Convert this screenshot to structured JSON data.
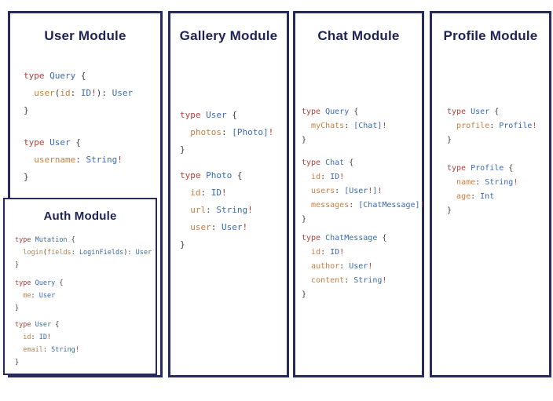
{
  "colors": {
    "border": "#262a5c",
    "title": "#1e2255",
    "keyword": "#ad403b",
    "type_name": "#3a6ab4",
    "field": "#c87e3e",
    "punct": "#3f3f3f",
    "bang": "#b3382f"
  },
  "modules": [
    {
      "title": "User Module",
      "blocks": [
        [
          [
            [
              "kw",
              "type"
            ],
            [
              "pl",
              " "
            ],
            [
              "ty",
              "Query"
            ],
            [
              "pl",
              " {"
            ]
          ],
          [
            [
              "pl",
              "  "
            ],
            [
              "fd",
              "user"
            ],
            [
              "pl",
              "("
            ],
            [
              "fd",
              "id"
            ],
            [
              "pl",
              ": "
            ],
            [
              "ty",
              "ID"
            ],
            [
              "bg",
              "!"
            ],
            [
              "pl",
              "): "
            ],
            [
              "ty",
              "User"
            ]
          ],
          [
            [
              "pl",
              "}"
            ]
          ]
        ],
        [
          [
            [
              "kw",
              "type"
            ],
            [
              "pl",
              " "
            ],
            [
              "ty",
              "User"
            ],
            [
              "pl",
              " {"
            ]
          ],
          [
            [
              "pl",
              "  "
            ],
            [
              "fd",
              "username"
            ],
            [
              "pl",
              ": "
            ],
            [
              "ty",
              "String"
            ],
            [
              "bg",
              "!"
            ]
          ],
          [
            [
              "pl",
              "}"
            ]
          ]
        ]
      ]
    },
    {
      "title": "Auth Module",
      "blocks": [
        [
          [
            [
              "kw",
              "type"
            ],
            [
              "pl",
              " "
            ],
            [
              "ty",
              "Mutation"
            ],
            [
              "pl",
              " {"
            ]
          ],
          [
            [
              "pl",
              "  "
            ],
            [
              "fd",
              "login"
            ],
            [
              "pl",
              "("
            ],
            [
              "fd",
              "fields"
            ],
            [
              "pl",
              ": "
            ],
            [
              "ty",
              "LoginFields"
            ],
            [
              "pl",
              "): "
            ],
            [
              "ty",
              "User"
            ]
          ],
          [
            [
              "pl",
              "}"
            ]
          ]
        ],
        [
          [
            [
              "kw",
              "type"
            ],
            [
              "pl",
              " "
            ],
            [
              "ty",
              "Query"
            ],
            [
              "pl",
              " {"
            ]
          ],
          [
            [
              "pl",
              "  "
            ],
            [
              "fd",
              "me"
            ],
            [
              "pl",
              ": "
            ],
            [
              "ty",
              "User"
            ]
          ],
          [
            [
              "pl",
              "}"
            ]
          ]
        ],
        [
          [
            [
              "kw",
              "type"
            ],
            [
              "pl",
              " "
            ],
            [
              "ty",
              "User"
            ],
            [
              "pl",
              " {"
            ]
          ],
          [
            [
              "pl",
              "  "
            ],
            [
              "fd",
              "id"
            ],
            [
              "pl",
              ": "
            ],
            [
              "ty",
              "ID"
            ],
            [
              "bg",
              "!"
            ]
          ],
          [
            [
              "pl",
              "  "
            ],
            [
              "fd",
              "email"
            ],
            [
              "pl",
              ": "
            ],
            [
              "ty",
              "String"
            ],
            [
              "bg",
              "!"
            ]
          ],
          [
            [
              "pl",
              "}"
            ]
          ]
        ]
      ]
    },
    {
      "title": "Gallery Module",
      "blocks": [
        [
          [
            [
              "kw",
              "type"
            ],
            [
              "pl",
              " "
            ],
            [
              "ty",
              "User"
            ],
            [
              "pl",
              " {"
            ]
          ],
          [
            [
              "pl",
              "  "
            ],
            [
              "fd",
              "photos"
            ],
            [
              "pl",
              ": "
            ],
            [
              "ty",
              "[Photo]"
            ],
            [
              "bg",
              "!"
            ]
          ],
          [
            [
              "pl",
              "}"
            ]
          ]
        ],
        [
          [
            [
              "kw",
              "type"
            ],
            [
              "pl",
              " "
            ],
            [
              "ty",
              "Photo"
            ],
            [
              "pl",
              " {"
            ]
          ],
          [
            [
              "pl",
              "  "
            ],
            [
              "fd",
              "id"
            ],
            [
              "pl",
              ": "
            ],
            [
              "ty",
              "ID"
            ],
            [
              "bg",
              "!"
            ]
          ],
          [
            [
              "pl",
              "  "
            ],
            [
              "fd",
              "url"
            ],
            [
              "pl",
              ": "
            ],
            [
              "ty",
              "String"
            ],
            [
              "bg",
              "!"
            ]
          ],
          [
            [
              "pl",
              "  "
            ],
            [
              "fd",
              "user"
            ],
            [
              "pl",
              ": "
            ],
            [
              "ty",
              "User"
            ],
            [
              "bg",
              "!"
            ]
          ],
          [
            [
              "pl",
              "}"
            ]
          ]
        ]
      ]
    },
    {
      "title": "Chat Module",
      "blocks": [
        [
          [
            [
              "kw",
              "type"
            ],
            [
              "pl",
              " "
            ],
            [
              "ty",
              "Query"
            ],
            [
              "pl",
              " {"
            ]
          ],
          [
            [
              "pl",
              "  "
            ],
            [
              "fd",
              "myChats"
            ],
            [
              "pl",
              ": "
            ],
            [
              "ty",
              "[Chat]"
            ],
            [
              "bg",
              "!"
            ]
          ],
          [
            [
              "pl",
              "}"
            ]
          ]
        ],
        [
          [
            [
              "kw",
              "type"
            ],
            [
              "pl",
              " "
            ],
            [
              "ty",
              "Chat"
            ],
            [
              "pl",
              " {"
            ]
          ],
          [
            [
              "pl",
              "  "
            ],
            [
              "fd",
              "id"
            ],
            [
              "pl",
              ": "
            ],
            [
              "ty",
              "ID"
            ],
            [
              "bg",
              "!"
            ]
          ],
          [
            [
              "pl",
              "  "
            ],
            [
              "fd",
              "users"
            ],
            [
              "pl",
              ": "
            ],
            [
              "ty",
              "[User"
            ],
            [
              "bg",
              "!"
            ],
            [
              "ty",
              "]"
            ],
            [
              "bg",
              "!"
            ]
          ],
          [
            [
              "pl",
              "  "
            ],
            [
              "fd",
              "messages"
            ],
            [
              "pl",
              ": "
            ],
            [
              "ty",
              "[ChatMessage]"
            ],
            [
              "bg",
              "!"
            ]
          ],
          [
            [
              "pl",
              "}"
            ]
          ]
        ],
        [
          [
            [
              "kw",
              "type"
            ],
            [
              "pl",
              " "
            ],
            [
              "ty",
              "ChatMessage"
            ],
            [
              "pl",
              " {"
            ]
          ],
          [
            [
              "pl",
              "  "
            ],
            [
              "fd",
              "id"
            ],
            [
              "pl",
              ": "
            ],
            [
              "ty",
              "ID"
            ],
            [
              "bg",
              "!"
            ]
          ],
          [
            [
              "pl",
              "  "
            ],
            [
              "fd",
              "author"
            ],
            [
              "pl",
              ": "
            ],
            [
              "ty",
              "User"
            ],
            [
              "bg",
              "!"
            ]
          ],
          [
            [
              "pl",
              "  "
            ],
            [
              "fd",
              "content"
            ],
            [
              "pl",
              ": "
            ],
            [
              "ty",
              "String"
            ],
            [
              "bg",
              "!"
            ]
          ],
          [
            [
              "pl",
              "}"
            ]
          ]
        ]
      ]
    },
    {
      "title": "Profile Module",
      "blocks": [
        [
          [
            [
              "kw",
              "type"
            ],
            [
              "pl",
              " "
            ],
            [
              "ty",
              "User"
            ],
            [
              "pl",
              " {"
            ]
          ],
          [
            [
              "pl",
              "  "
            ],
            [
              "fd",
              "profile"
            ],
            [
              "pl",
              ": "
            ],
            [
              "ty",
              "Profile"
            ],
            [
              "bg",
              "!"
            ]
          ],
          [
            [
              "pl",
              "}"
            ]
          ]
        ],
        [
          [
            [
              "kw",
              "type"
            ],
            [
              "pl",
              " "
            ],
            [
              "ty",
              "Profile"
            ],
            [
              "pl",
              " {"
            ]
          ],
          [
            [
              "pl",
              "  "
            ],
            [
              "fd",
              "name"
            ],
            [
              "pl",
              ": "
            ],
            [
              "ty",
              "String"
            ],
            [
              "bg",
              "!"
            ]
          ],
          [
            [
              "pl",
              "  "
            ],
            [
              "fd",
              "age"
            ],
            [
              "pl",
              ": "
            ],
            [
              "ty",
              "Int"
            ]
          ],
          [
            [
              "pl",
              "}"
            ]
          ]
        ]
      ]
    }
  ]
}
